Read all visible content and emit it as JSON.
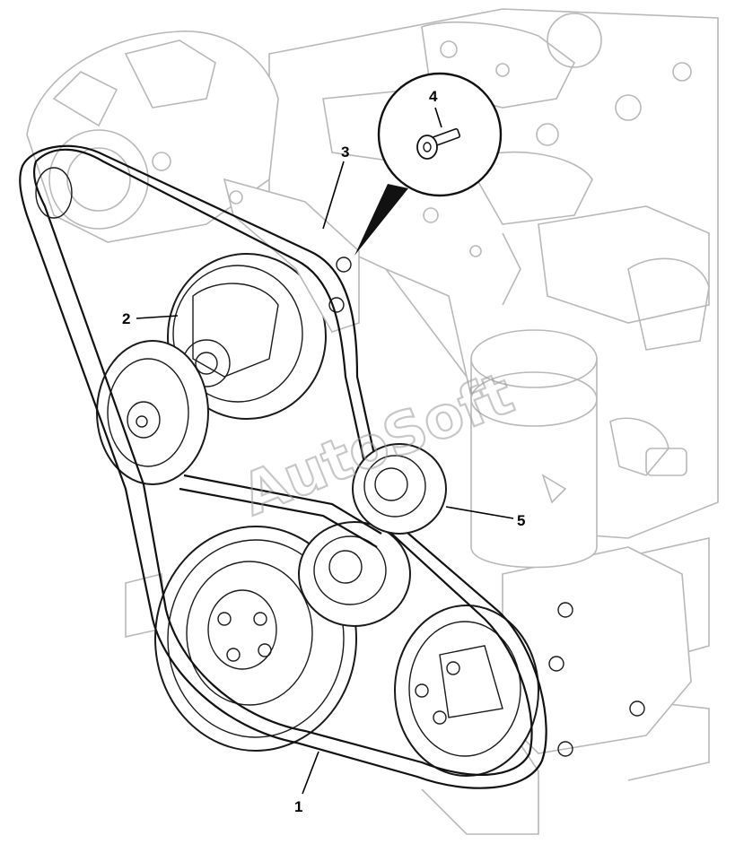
{
  "diagram": {
    "watermark": "AutoSoft",
    "callouts": [
      {
        "id": "1",
        "label": "1"
      },
      {
        "id": "2",
        "label": "2"
      },
      {
        "id": "3",
        "label": "3"
      },
      {
        "id": "4",
        "label": "4"
      },
      {
        "id": "5",
        "label": "5"
      }
    ],
    "colors": {
      "line": "#1a1a1a",
      "ghost": "#b8b8b8",
      "background": "#ffffff"
    }
  }
}
